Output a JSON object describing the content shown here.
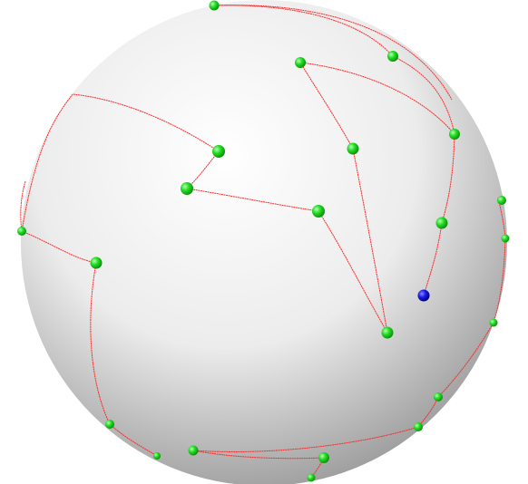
{
  "colors": {
    "background": "#ffffff",
    "sphere_highlight": "#ffffff",
    "sphere_mid": "#ececec",
    "sphere_shadow": "#9a9a9a",
    "path": "#ff2a2a",
    "node": "#22dd22",
    "node_dark": "#0a8a0a",
    "start_node": "#1a1aee",
    "start_node_dark": "#00006a"
  },
  "diagram": {
    "kind": "points-on-sphere-with-geodesic-path",
    "node_count": 27,
    "start_node_count": 1
  }
}
